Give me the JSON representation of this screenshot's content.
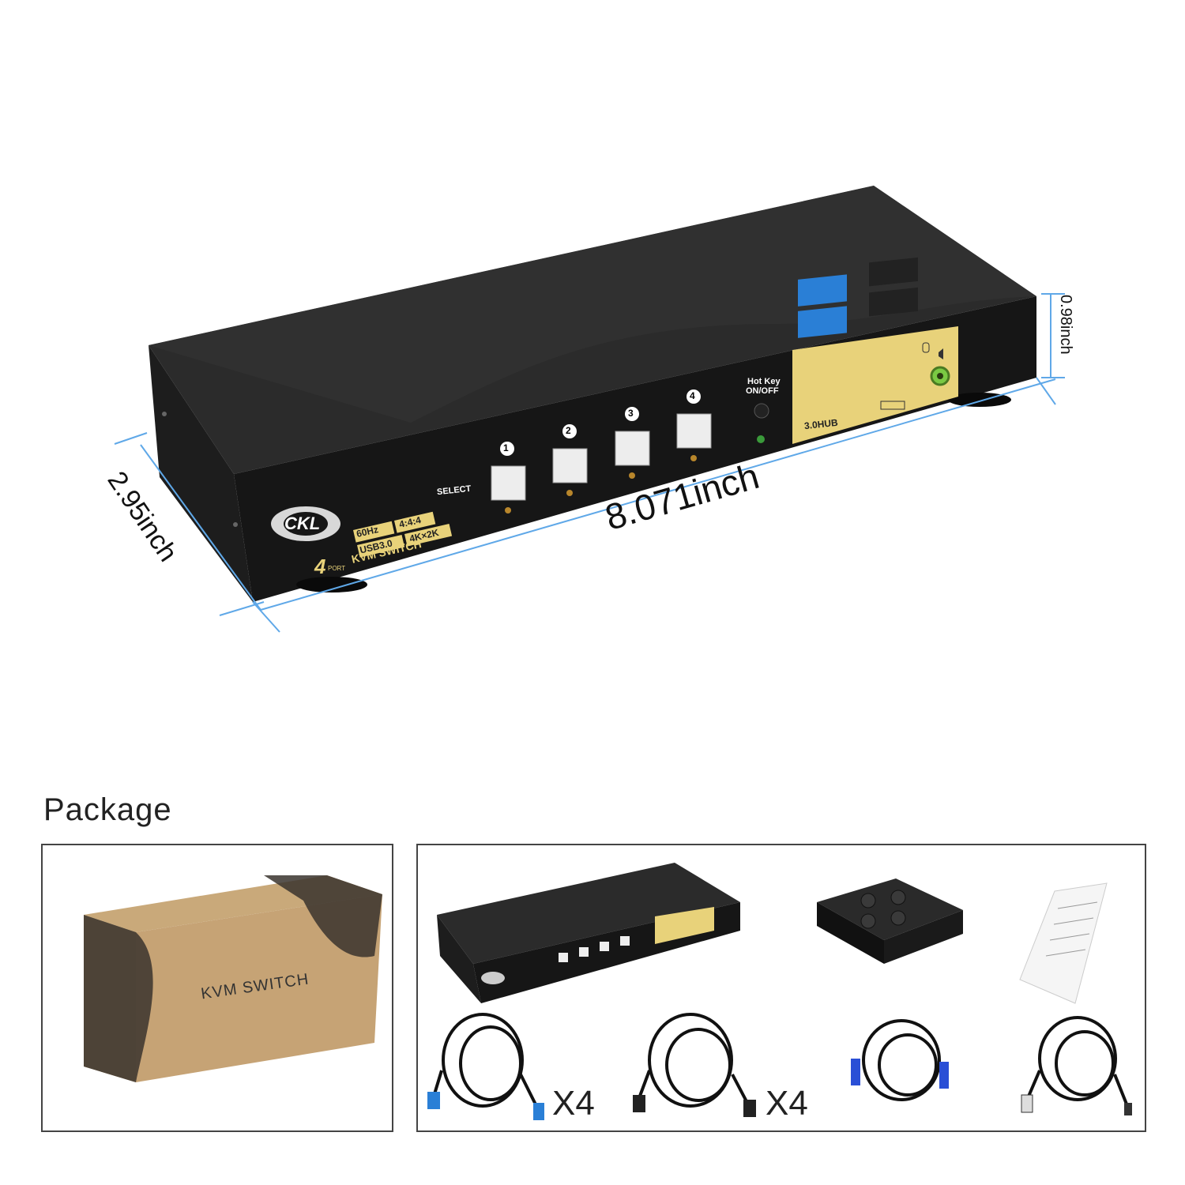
{
  "product": {
    "brand_logo": "CKL",
    "badge_line1": [
      "60Hz",
      "4:4:4"
    ],
    "badge_line2": [
      "USB3.0",
      "4K×2K"
    ],
    "port_count": "4",
    "port_word": "PORT",
    "product_name": "KVM SWITCH",
    "select_label": "SELECT",
    "buttons": [
      "1",
      "2",
      "3",
      "4"
    ],
    "hotkey_label_1": "Hot Key",
    "hotkey_label_2": "ON/OFF",
    "hub_label": "3.0HUB"
  },
  "dimensions": {
    "length": "8.071inch",
    "width": "2.95inch",
    "height": "0.98inch"
  },
  "package": {
    "title": "Package",
    "box_label": "KVM SWITCH",
    "usb_cable_qty": "X4",
    "hdmi_cable_qty": "X4"
  },
  "colors": {
    "accent_gold": "#e8d27a",
    "dimension_line": "#5fa8e8",
    "usb3_blue": "#2a7fd6",
    "audio_green": "#7ac943"
  }
}
